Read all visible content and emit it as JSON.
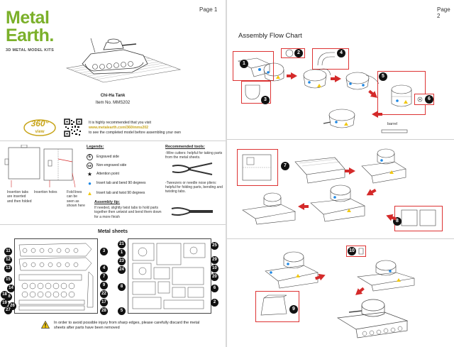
{
  "page1": {
    "page_label": "Page 1",
    "brand_line1": "Metal",
    "brand_line2": "Earth.",
    "brand_tagline": "3D METAL MODEL KITS",
    "model_name": "Chi-Ha Tank",
    "item_number": "Item No.  MMS202",
    "view_badge_number": "360°",
    "view_badge_word": "view",
    "promo_line1": "It is highly recommended that you visit",
    "promo_url": "www.metalearth.com/360/mms202",
    "promo_line3": "to see the completed model before assembling your own",
    "diagram_labels": {
      "insertion_tabs": "Insertion tabs are inserted and then folded",
      "insertion_holes": "Insertion holes",
      "fold_lines": "Fold lines can be seen as shown here"
    },
    "legend": {
      "title": "Legends:",
      "items": [
        {
          "symbol": "E",
          "text": "Engraved side"
        },
        {
          "symbol": "NE",
          "text": "Non-engraved side"
        },
        {
          "symbol": "★",
          "text": "Attention point"
        },
        {
          "symbol": "●",
          "text": "Insert tab and bend 90 degrees"
        },
        {
          "symbol": "▲",
          "text": "Insert tab and twist 90 degrees"
        }
      ]
    },
    "tools": {
      "title": "Recommended tools:",
      "cutters": "-Wire cutters: helpful for taking parts from the metal sheets.",
      "pliers": "-Tweezers or needle nose pliers: helpful for folding parts, bending and twisting tabs."
    },
    "assembly_tip": {
      "title": "Assembly tip:",
      "text": "If needed, slightly twist tabs to hold parts together then untwist and bend them down for a more finish"
    },
    "metal_sheets_title": "Metal sheets",
    "sheet_left_numbers": [
      "11",
      "3",
      "12",
      "13",
      "4",
      "7",
      "15",
      "14",
      "16",
      "9",
      "18",
      "22",
      "17",
      "19",
      "26",
      "27",
      "28"
    ],
    "sheet_right_numbers": [
      "21",
      "1",
      "25",
      "23",
      "24",
      "29",
      "10",
      "20",
      "8",
      "6",
      "2",
      "5"
    ],
    "warning": "In order to avoid possible injury from sharp edges, please carefully discard the metal sheets after parts have been removed"
  },
  "page2": {
    "page_label": "Page 2",
    "title": "Assembly Flow Chart",
    "step_numbers_top": [
      "1",
      "2",
      "3",
      "4",
      "5",
      "6"
    ],
    "barrel_label": "barrel",
    "step_numbers_mid": [
      "7",
      "8"
    ],
    "step_numbers_bottom": [
      "9",
      "10"
    ]
  },
  "colors": {
    "brand_green": "#7bb02a",
    "accent_yellow": "#c8a51b",
    "arrow_red": "#d42a2a",
    "dot_blue": "#1e88e5",
    "triangle_yellow": "#f2c811"
  }
}
